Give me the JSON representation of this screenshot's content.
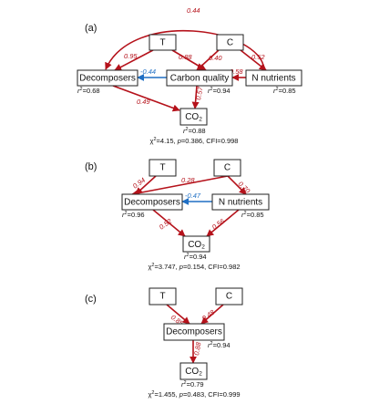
{
  "colors": {
    "positive": "#b5121b",
    "negative": "#1f6fc4"
  },
  "panels": [
    {
      "label": "(a)",
      "nodes": {
        "T": "T",
        "C": "C",
        "decomposers": "Decomposers",
        "carbon_quality": "Carbon quality",
        "n_nutrients": "N nutrients",
        "co2": "CO",
        "co2_sub": "2"
      },
      "paths": {
        "n_to_decomposers": "0.44",
        "t_to_decomposers": "0.95",
        "t_to_carbon": "0.88",
        "c_to_carbon": "0.40",
        "c_to_n": "0.52",
        "carbon_to_decomposers": "-0.44",
        "n_to_carbon": "0.58",
        "decomposers_to_co2": "0.49",
        "carbon_to_co2": "0.57"
      },
      "r2": {
        "decomposers": "0.68",
        "carbon_quality": "0.94",
        "n_nutrients": "0.85",
        "co2": "0.88"
      },
      "fit": {
        "chi2": "4.15",
        "p": "0.386",
        "cfi": "0.998"
      }
    },
    {
      "label": "(b)",
      "nodes": {
        "T": "T",
        "C": "C",
        "decomposers": "Decomposers",
        "n_nutrients": "N nutrients",
        "co2": "CO",
        "co2_sub": "2"
      },
      "paths": {
        "t_to_decomposers": "0.94",
        "t_to_n": "0.28",
        "c_to_n": "0.70",
        "n_to_decomposers": "-0.47",
        "decomposers_to_co2": "0.52",
        "n_to_co2": "0.56"
      },
      "r2": {
        "decomposers": "0.96",
        "n_nutrients": "0.85",
        "co2": "0.94"
      },
      "fit": {
        "chi2": "3.747",
        "p": "0.154",
        "cfi": "0.982"
      }
    },
    {
      "label": "(c)",
      "nodes": {
        "T": "T",
        "C": "C",
        "decomposers": "Decomposers",
        "co2": "CO",
        "co2_sub": "2"
      },
      "paths": {
        "t_to_decomposers": "0.85",
        "c_to_decomposers": "0.48",
        "decomposers_to_co2": "0.88"
      },
      "r2": {
        "decomposers": "0.94",
        "co2": "0.79"
      },
      "fit": {
        "chi2": "1.455",
        "p": "0.483",
        "cfi": "0.999"
      }
    }
  ],
  "stat_labels": {
    "r2_prefix": "r",
    "r2_exp": "2",
    "r2_eq": "=",
    "chi": "χ",
    "chi_exp": "2",
    "p": "p",
    "cfi_prefix": ", CFI="
  }
}
